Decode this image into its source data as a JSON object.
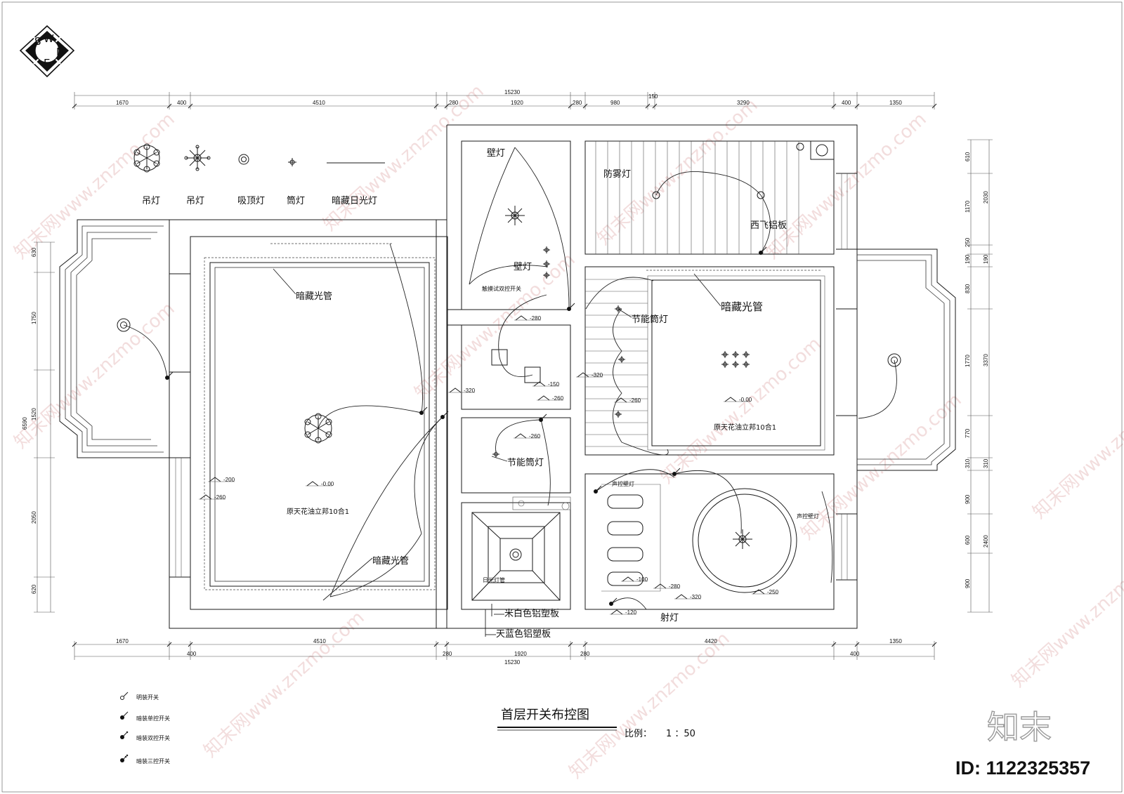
{
  "compass": {
    "s": "S",
    "w": "W",
    "n": "N",
    "e": "E"
  },
  "legend_fixtures": [
    {
      "label": "吊灯",
      "icon": "chandelier-large-icon"
    },
    {
      "label": "吊灯",
      "icon": "chandelier-small-icon"
    },
    {
      "label": "吸顶灯",
      "icon": "ceiling-light-icon"
    },
    {
      "label": "筒灯",
      "icon": "downlight-icon"
    },
    {
      "label": "暗藏日光灯",
      "icon": "concealed-fluorescent-icon"
    }
  ],
  "legend_switches": [
    {
      "label": "明装开关",
      "icon": "surface-switch-icon"
    },
    {
      "label": "暗装单控开关",
      "icon": "single-switch-icon"
    },
    {
      "label": "暗装双控开关",
      "icon": "double-switch-icon"
    },
    {
      "label": "暗装三控开关",
      "icon": "triple-switch-icon"
    }
  ],
  "dims_top": {
    "total": "15230",
    "segments": [
      "1670",
      "400",
      "4510",
      "280",
      "1920",
      "280",
      "980",
      "150",
      "3290",
      "400",
      "1350"
    ]
  },
  "dims_bottom": {
    "total": "15230",
    "segments": [
      "1670",
      "400",
      "4510",
      "280",
      "1920",
      "280",
      "4420",
      "400",
      "1350"
    ]
  },
  "dims_left": {
    "total": "6590",
    "segments": [
      "630",
      "1750",
      "1520",
      "2050",
      "620"
    ]
  },
  "dims_right_inner": [
    "610",
    "1170",
    "250",
    "190",
    "830",
    "1770",
    "770",
    "310",
    "900",
    "600",
    "900"
  ],
  "dims_right_outer": [
    "2030",
    "190",
    "3370",
    "310",
    "2400"
  ],
  "labels": {
    "wall_lamp_1": "壁灯",
    "wall_lamp_2": "壁灯",
    "touch_switch": "触摸试双控开关",
    "fog_lamp": "防雾灯",
    "aluminum_panel": "西飞铝板",
    "hidden_tube_1": "暗藏光管",
    "hidden_tube_2": "暗藏光管",
    "hidden_tube_3": "暗藏光管",
    "downlight_1": "节能筒灯",
    "downlight_2": "节能筒灯",
    "ceiling_note_1": "原天花油立邦10合1",
    "ceiling_note_2": "原天花油立邦10合1",
    "sound_lamp_1": "声控壁灯",
    "sound_lamp_2": "声控壁灯",
    "fluorescent": "日光灯管",
    "white_panel": "米白色铝塑板",
    "blue_panel": "天蓝色铝塑板",
    "spotlight": "射灯"
  },
  "levels": [
    "-280",
    "-320",
    "-150",
    "-260",
    "-320",
    "-260",
    "-0.00",
    "-260",
    "-200",
    "-260",
    "-0.00",
    "-100",
    "-280",
    "-320",
    "-250",
    "-120"
  ],
  "title": "首层开关布控图",
  "scale_label": "比例：",
  "scale_value": "1 ：50",
  "logo_text": "知末",
  "id_text": "ID: 1122325357",
  "watermark": "知末网www.znzmo.com"
}
